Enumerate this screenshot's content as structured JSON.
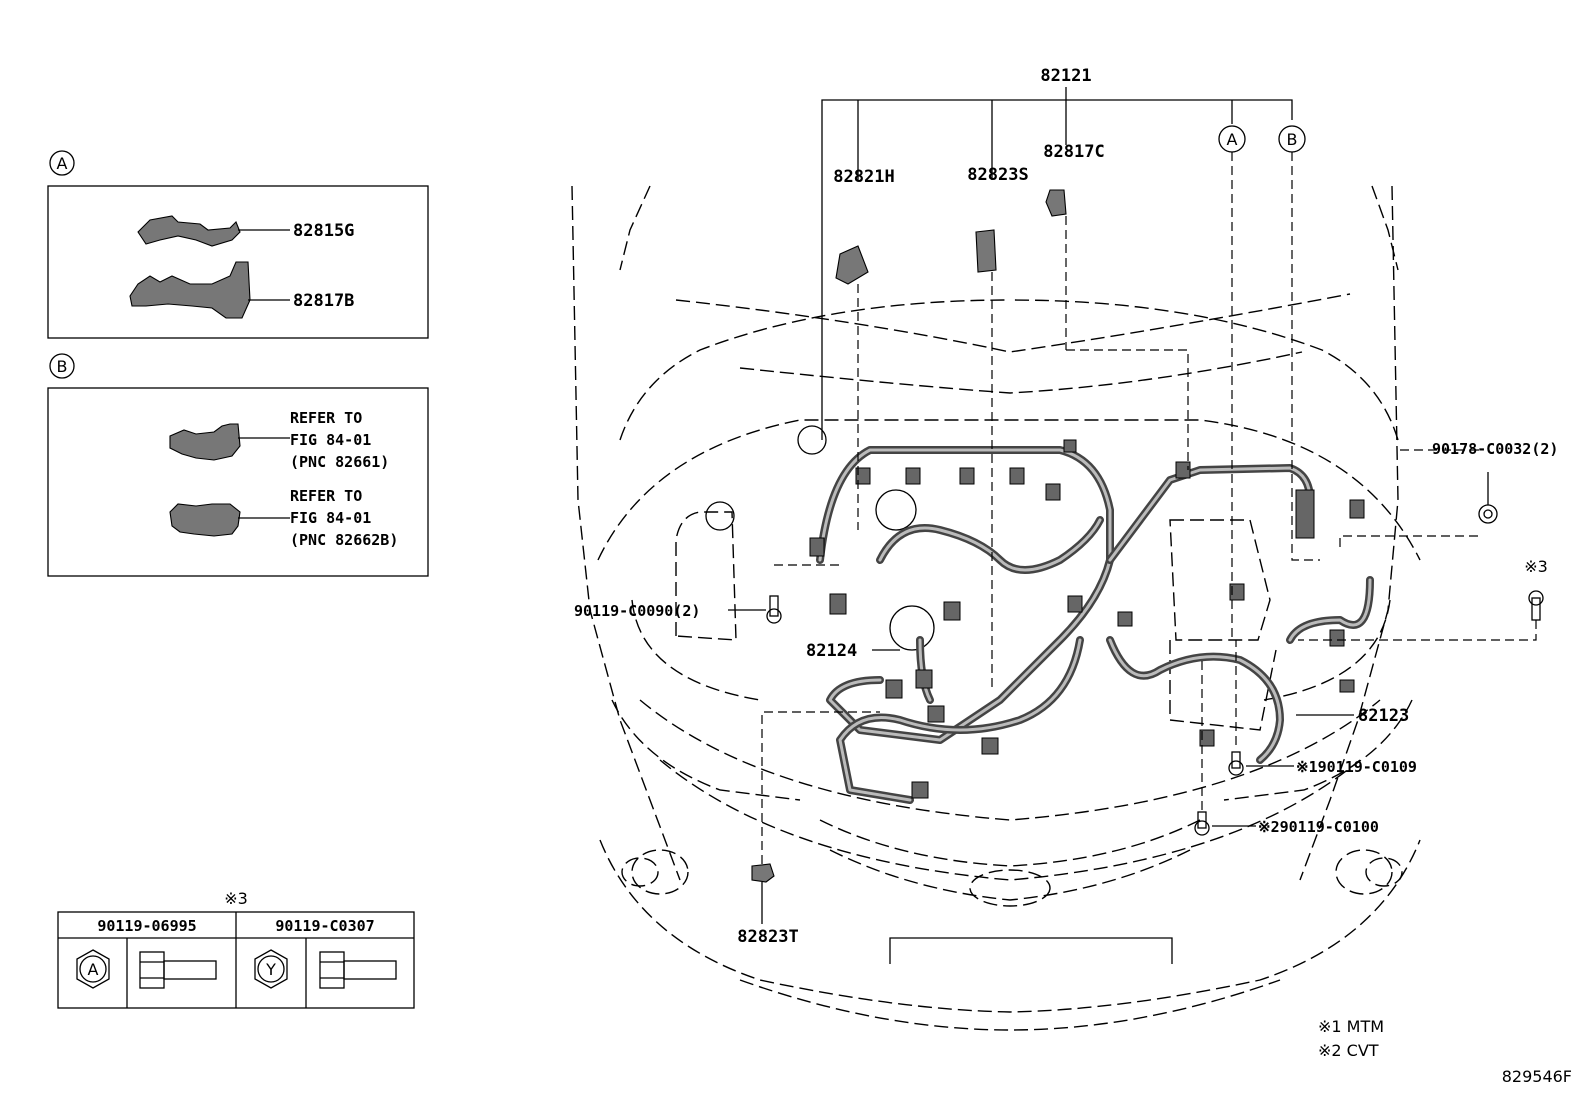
{
  "callouts": {
    "a": "A",
    "b": "B"
  },
  "inset_a": {
    "parts": [
      "82815G",
      "82817B"
    ]
  },
  "inset_b": {
    "ref1": [
      "REFER TO",
      "FIG 84-01",
      "(PNC 82661)"
    ],
    "ref2": [
      "REFER TO",
      "FIG 84-01",
      "(PNC 82662B)"
    ]
  },
  "bolt_table": {
    "title": "※3",
    "col1_part": "90119-06995",
    "col1_head": "A",
    "col2_part": "90119-C0307",
    "col2_head": "Y"
  },
  "labels": {
    "p82121": "82121",
    "p82821H": "82821H",
    "p82823S": "82823S",
    "p82817C": "82817C",
    "p90178": "90178-C0032(2)",
    "p3": "※3",
    "p90119_0090": "90119-C0090(2)",
    "p82124": "82124",
    "p82123": "82123",
    "p90119_0109": "※190119-C0109",
    "p90119_0100": "※290119-C0100",
    "p82823T": "82823T"
  },
  "notes": [
    "※1 MTM",
    "※2 CVT"
  ],
  "figure_id": "829546F"
}
